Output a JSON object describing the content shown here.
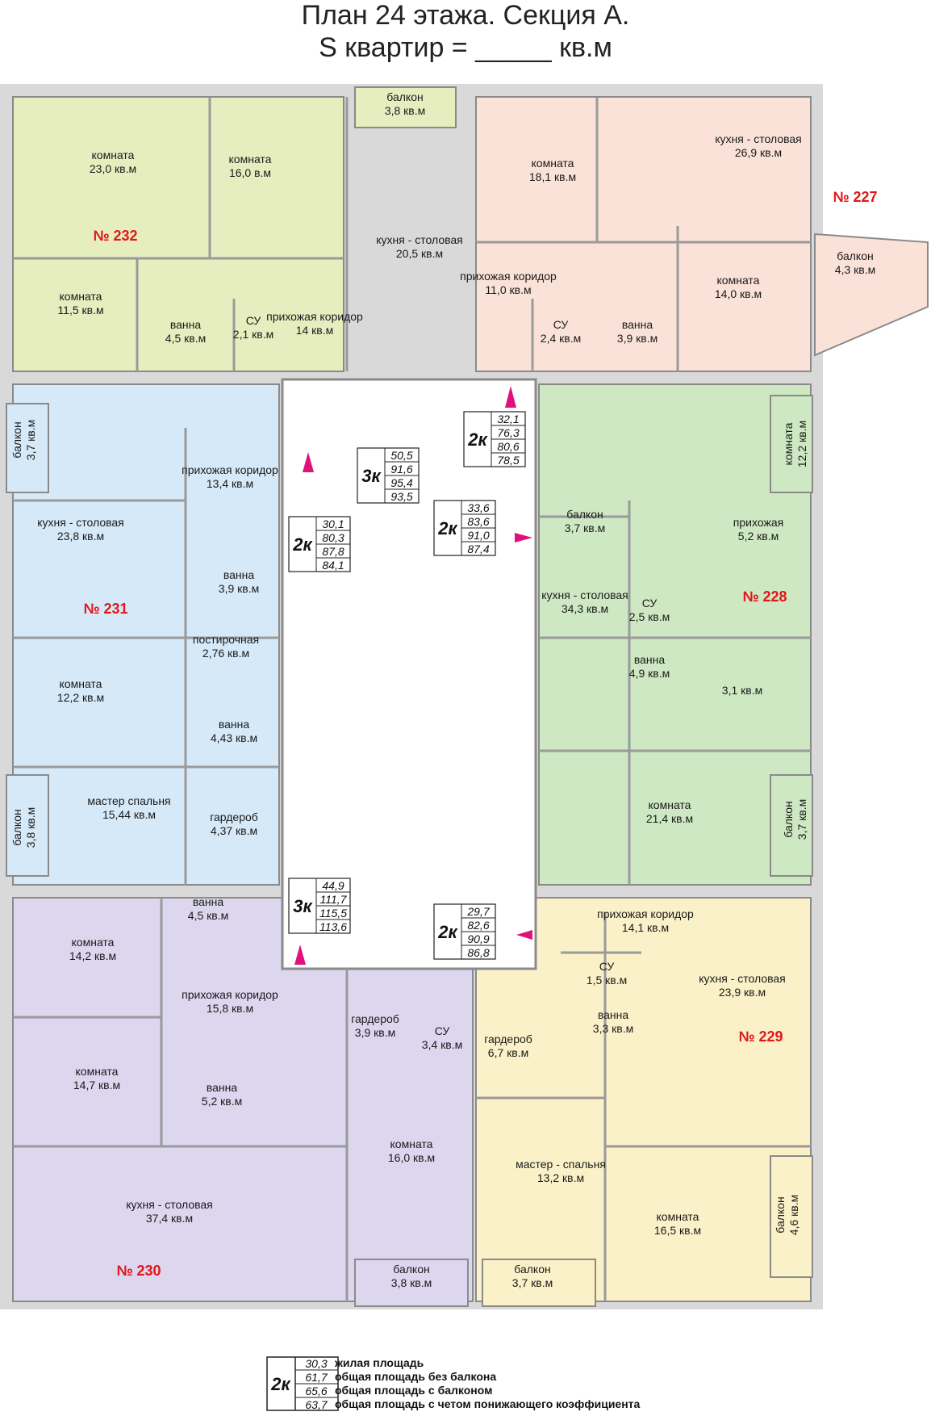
{
  "header": {
    "title_line1": "План 24 этажа. Секция А.",
    "title_line2": "S квартир = _____ кв.м"
  },
  "colors": {
    "apt232": "#e6eebf",
    "apt227": "#fbe2d8",
    "apt231": "#d6e9f8",
    "apt228": "#cde8c2",
    "apt230": "#dcd6ee",
    "apt229": "#fbf1c8",
    "core": "#ffffff",
    "wall": "#8a8a8a",
    "apartment_number": "#e3161a"
  },
  "apartments": [
    {
      "id": "232",
      "number": "№ 232",
      "rooms": [
        {
          "name": "комната",
          "area": "23,0 кв.м"
        },
        {
          "name": "комната",
          "area": "16,0 в.м"
        },
        {
          "name": "балкон",
          "area": "3,8 кв.м"
        },
        {
          "name": "кухня - столовая",
          "area": "20,5 кв.м"
        },
        {
          "name": "комната",
          "area": "11,5 кв.м"
        },
        {
          "name": "ванна",
          "area": "4,5 кв.м"
        },
        {
          "name": "СУ",
          "area": "2,1 кв.м"
        },
        {
          "name": "прихожая коридор",
          "area": "14 кв.м"
        }
      ]
    },
    {
      "id": "227",
      "number": "№ 227",
      "rooms": [
        {
          "name": "комната",
          "area": "18,1 кв.м"
        },
        {
          "name": "кухня - столовая",
          "area": "26,9 кв.м"
        },
        {
          "name": "балкон",
          "area": "4,3 кв.м"
        },
        {
          "name": "прихожая коридор",
          "area": "11,0 кв.м"
        },
        {
          "name": "СУ",
          "area": "2,4 кв.м"
        },
        {
          "name": "ванна",
          "area": "3,9 кв.м"
        },
        {
          "name": "комната",
          "area": "14,0 кв.м"
        }
      ]
    },
    {
      "id": "231",
      "number": "№ 231",
      "rooms": [
        {
          "name": "балкон",
          "area": "3,7 кв.м"
        },
        {
          "name": "прихожая коридор",
          "area": "13,4 кв.м"
        },
        {
          "name": "кухня - столовая",
          "area": "23,8 кв.м"
        },
        {
          "name": "ванна",
          "area": "3,9 кв.м"
        },
        {
          "name": "постирочная",
          "area": "2,76 кв.м"
        },
        {
          "name": "комната",
          "area": "12,2 кв.м"
        },
        {
          "name": "ванна",
          "area": "4,43 кв.м"
        },
        {
          "name": "балкон",
          "area": "3,8 кв.м"
        },
        {
          "name": "мастер спальня",
          "area": "15,44 кв.м"
        },
        {
          "name": "гардероб",
          "area": "4,37 кв.м"
        }
      ]
    },
    {
      "id": "228",
      "number": "№ 228",
      "rooms": [
        {
          "name": "балкон",
          "area": "3,7 кв.м"
        },
        {
          "name": "прихожая",
          "area": "5,2 кв.м"
        },
        {
          "name": "кухня - столовая",
          "area": "34,3 кв.м"
        },
        {
          "name": "СУ",
          "area": "2,5 кв.м"
        },
        {
          "name": "ванна",
          "area": "4,9 кв.м"
        },
        {
          "name": "",
          "area": "3,1 кв.м"
        },
        {
          "name": "комната",
          "area": "12,2 кв.м"
        },
        {
          "name": "комната",
          "area": "21,4 кв.м"
        },
        {
          "name": "балкон",
          "area": "3,7 кв.м"
        }
      ]
    },
    {
      "id": "230",
      "number": "№ 230",
      "rooms": [
        {
          "name": "ванна",
          "area": "4,5 кв.м"
        },
        {
          "name": "комната",
          "area": "14,2 кв.м"
        },
        {
          "name": "прихожая коридор",
          "area": "15,8 кв.м"
        },
        {
          "name": "комната",
          "area": "14,7 кв.м"
        },
        {
          "name": "ванна",
          "area": "5,2 кв.м"
        },
        {
          "name": "кухня - столовая",
          "area": "37,4 кв.м"
        },
        {
          "name": "гардероб",
          "area": "3,9 кв.м"
        },
        {
          "name": "СУ",
          "area": "3,4 кв.м"
        },
        {
          "name": "комната",
          "area": "16,0 кв.м"
        },
        {
          "name": "балкон",
          "area": "3,8 кв.м"
        }
      ]
    },
    {
      "id": "229",
      "number": "№ 229",
      "rooms": [
        {
          "name": "прихожая коридор",
          "area": "14,1 кв.м"
        },
        {
          "name": "СУ",
          "area": "1,5 кв.м"
        },
        {
          "name": "ванна",
          "area": "3,3 кв.м"
        },
        {
          "name": "кухня - столовая",
          "area": "23,9 кв.м"
        },
        {
          "name": "гардероб",
          "area": "6,7 кв.м"
        },
        {
          "name": "мастер - спальня",
          "area": "13,2 кв.м"
        },
        {
          "name": "балкон",
          "area": "3,7 кв.м"
        },
        {
          "name": "комната",
          "area": "16,5 кв.м"
        },
        {
          "name": "балкон",
          "area": "4,6 кв.м"
        }
      ]
    }
  ],
  "summaries": [
    {
      "type": "2к",
      "values": [
        "32,1",
        "76,3",
        "80,6",
        "78,5"
      ]
    },
    {
      "type": "3к",
      "values": [
        "50,5",
        "91,6",
        "95,4",
        "93,5"
      ]
    },
    {
      "type": "2к",
      "values": [
        "33,6",
        "83,6",
        "91,0",
        "87,4"
      ]
    },
    {
      "type": "2к",
      "values": [
        "30,1",
        "80,3",
        "87,8",
        "84,1"
      ]
    },
    {
      "type": "3к",
      "values": [
        "44,9",
        "111,7",
        "115,5",
        "113,6"
      ]
    },
    {
      "type": "2к",
      "values": [
        "29,7",
        "82,6",
        "90,9",
        "86,8"
      ]
    }
  ],
  "legend": {
    "type": "2к",
    "rows": [
      {
        "value": "30,3",
        "label": "жилая площадь"
      },
      {
        "value": "61,7",
        "label": "общая площадь без балкона"
      },
      {
        "value": "65,6",
        "label": "общая площадь с балконом"
      },
      {
        "value": "63,7",
        "label": "общая площадь с четом понижающего коэффициента"
      }
    ]
  }
}
